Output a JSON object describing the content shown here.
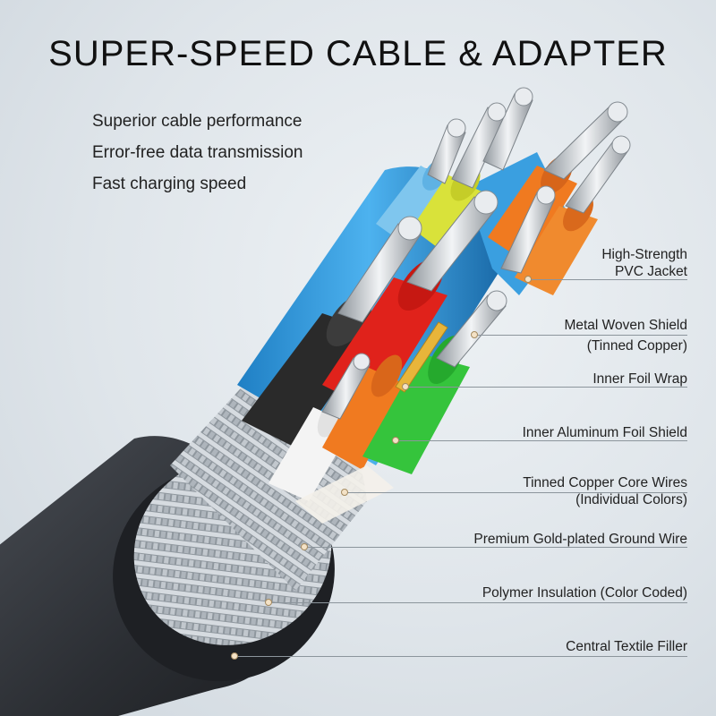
{
  "title": "SUPER-SPEED CABLE & ADAPTER",
  "features": [
    "Superior cable performance",
    "Error-free data transmission",
    "Fast charging speed"
  ],
  "callouts": [
    {
      "lines": [
        "High-Strength",
        "PVC Jacket"
      ]
    },
    {
      "lines": [
        "Metal Woven Shield",
        "(Tinned Copper)"
      ]
    },
    {
      "lines": [
        "Inner Foil Wrap"
      ]
    },
    {
      "lines": [
        "Inner Aluminum Foil Shield"
      ]
    },
    {
      "lines": [
        "Tinned Copper Core Wires",
        "(Individual Colors)"
      ]
    },
    {
      "lines": [
        "Premium Gold-plated Ground Wire"
      ]
    },
    {
      "lines": [
        "Polymer Insulation (Color Coded)"
      ]
    },
    {
      "lines": [
        "Central Textile Filler"
      ]
    }
  ],
  "colors": {
    "jacket": "#2b2e33",
    "braid": "#b9c0c6",
    "foil": "#3a9fe0",
    "wire_black": "#2a2a2a",
    "wire_red": "#e0221b",
    "wire_white": "#f4f4f4",
    "wire_orange": "#f07a20",
    "wire_green": "#35c43c",
    "wire_yellow": "#d9e23a",
    "wire_lightblue": "#7fc6ee",
    "copper_strands": "#c9ced3",
    "gold": "#e8b53a"
  }
}
